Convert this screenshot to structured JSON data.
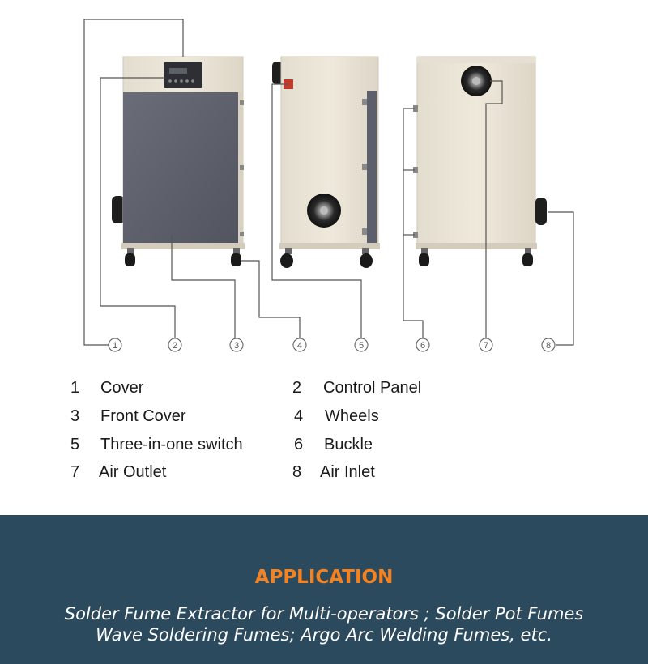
{
  "callout_numbers": [
    "1",
    "2",
    "3",
    "4",
    "5",
    "6",
    "7",
    "8"
  ],
  "legend": [
    {
      "num": "1",
      "label": "Cover"
    },
    {
      "num": "2",
      "label": "Control Panel"
    },
    {
      "num": "3",
      "label": "Front Cover"
    },
    {
      "num": "4",
      "label": "Wheels"
    },
    {
      "num": "5",
      "label": "Three-in-one switch"
    },
    {
      "num": "6",
      "label": "Buckle"
    },
    {
      "num": "7",
      "label": "Air Outlet"
    },
    {
      "num": "8",
      "label": "Air Inlet"
    }
  ],
  "application": {
    "title": "APPLICATION",
    "lines": [
      "Solder Fume Extractor for Multi-operators ; Solder Pot Fumes",
      "Wave Soldering Fumes; Argo Arc Welding Fumes, etc."
    ]
  },
  "colors": {
    "band_background": "#2c4a5e",
    "title_accent": "#f58220",
    "cabinet_body": "#ece6d8",
    "front_panel": "#5d606c",
    "leader_line": "#555555"
  }
}
